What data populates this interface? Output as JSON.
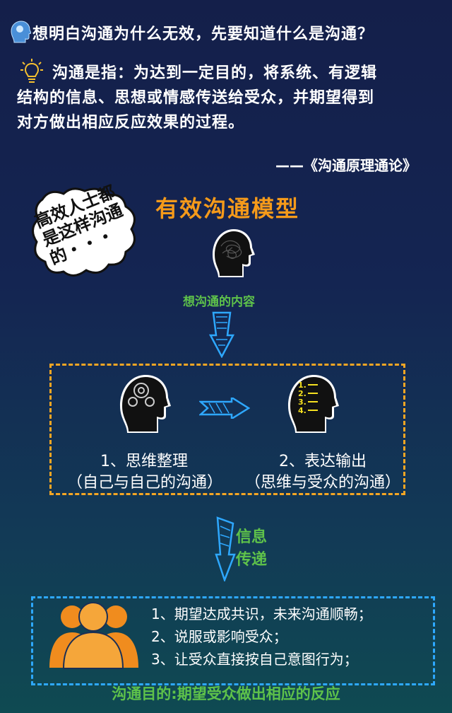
{
  "header": {
    "question": "想明白沟通为什么无效，先要知道什么是沟通？"
  },
  "definition": {
    "line1": "沟通是指：为达到一定目的，将系统、有逻辑",
    "line2": "结构的信息、思想或情感传送给受众，并期望得到",
    "line3": "对方做出相应反应效果的过程。",
    "source": "——《沟通原理通论》"
  },
  "model": {
    "title": "有效沟通模型",
    "bubble_line1": "高效人士都",
    "bubble_line2": "是这样沟通",
    "bubble_line3": "的・・・",
    "think_label": "想沟通的内容",
    "step1_title": "1、思维整理",
    "step1_sub": "（自己与自己的沟通）",
    "step2_title": "2、表达输出",
    "step2_sub": "（思维与受众的沟通）",
    "info_label_1": "信息",
    "info_label_2": "传递"
  },
  "goals": {
    "items": [
      "1、期望达成共识，未来沟通顺畅；",
      "2、说服或影响受众；",
      "3、让受众直接按自己意图行为；"
    ]
  },
  "footer": {
    "text": "沟通目的:期望受众做出相应的反应"
  },
  "list_numbers": [
    "1.",
    "2.",
    "3.",
    "4."
  ],
  "colors": {
    "orange": "#f59a1a",
    "green": "#5ec24a",
    "blue": "#2ea8ff",
    "background": "#141f4a"
  }
}
